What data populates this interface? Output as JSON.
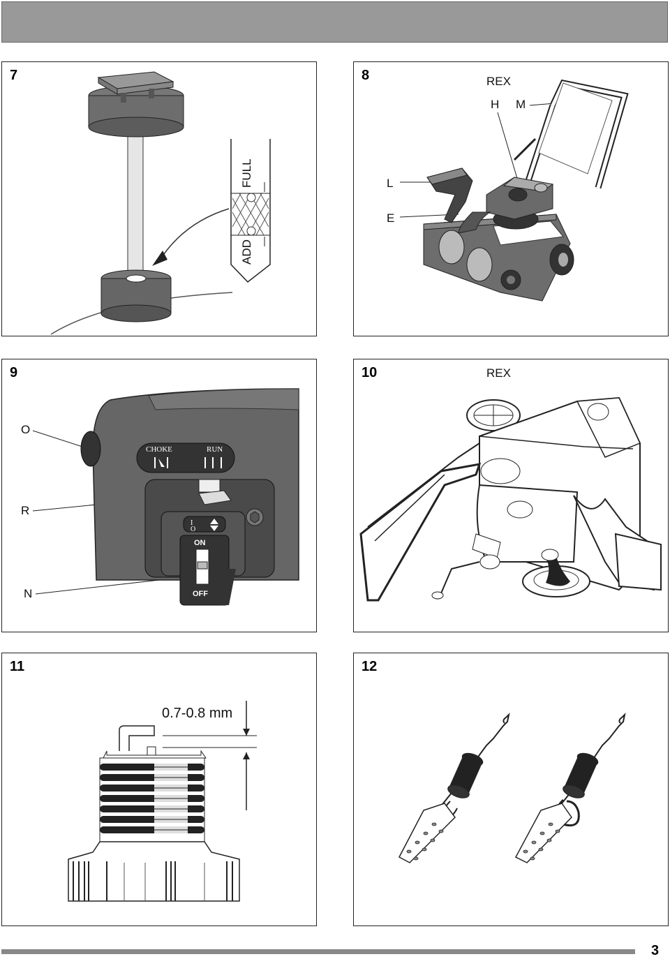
{
  "panels": [
    {
      "number": "7",
      "labels": {
        "full": "FULL",
        "add": "ADD"
      }
    },
    {
      "number": "8",
      "labels": {
        "model": "REX",
        "h": "H",
        "m": "M",
        "l": "L",
        "e": "E"
      }
    },
    {
      "number": "9",
      "labels": {
        "o": "O",
        "r": "R",
        "n": "N",
        "choke": "CHOKE",
        "run": "RUN",
        "on": "ON",
        "off": "OFF",
        "i": "I",
        "zero": "O"
      }
    },
    {
      "number": "10",
      "labels": {
        "model": "REX"
      }
    },
    {
      "number": "11",
      "labels": {
        "gap": "0.7-0.8 mm"
      }
    },
    {
      "number": "12",
      "labels": {}
    }
  ],
  "footer": {
    "page_number": "3"
  }
}
